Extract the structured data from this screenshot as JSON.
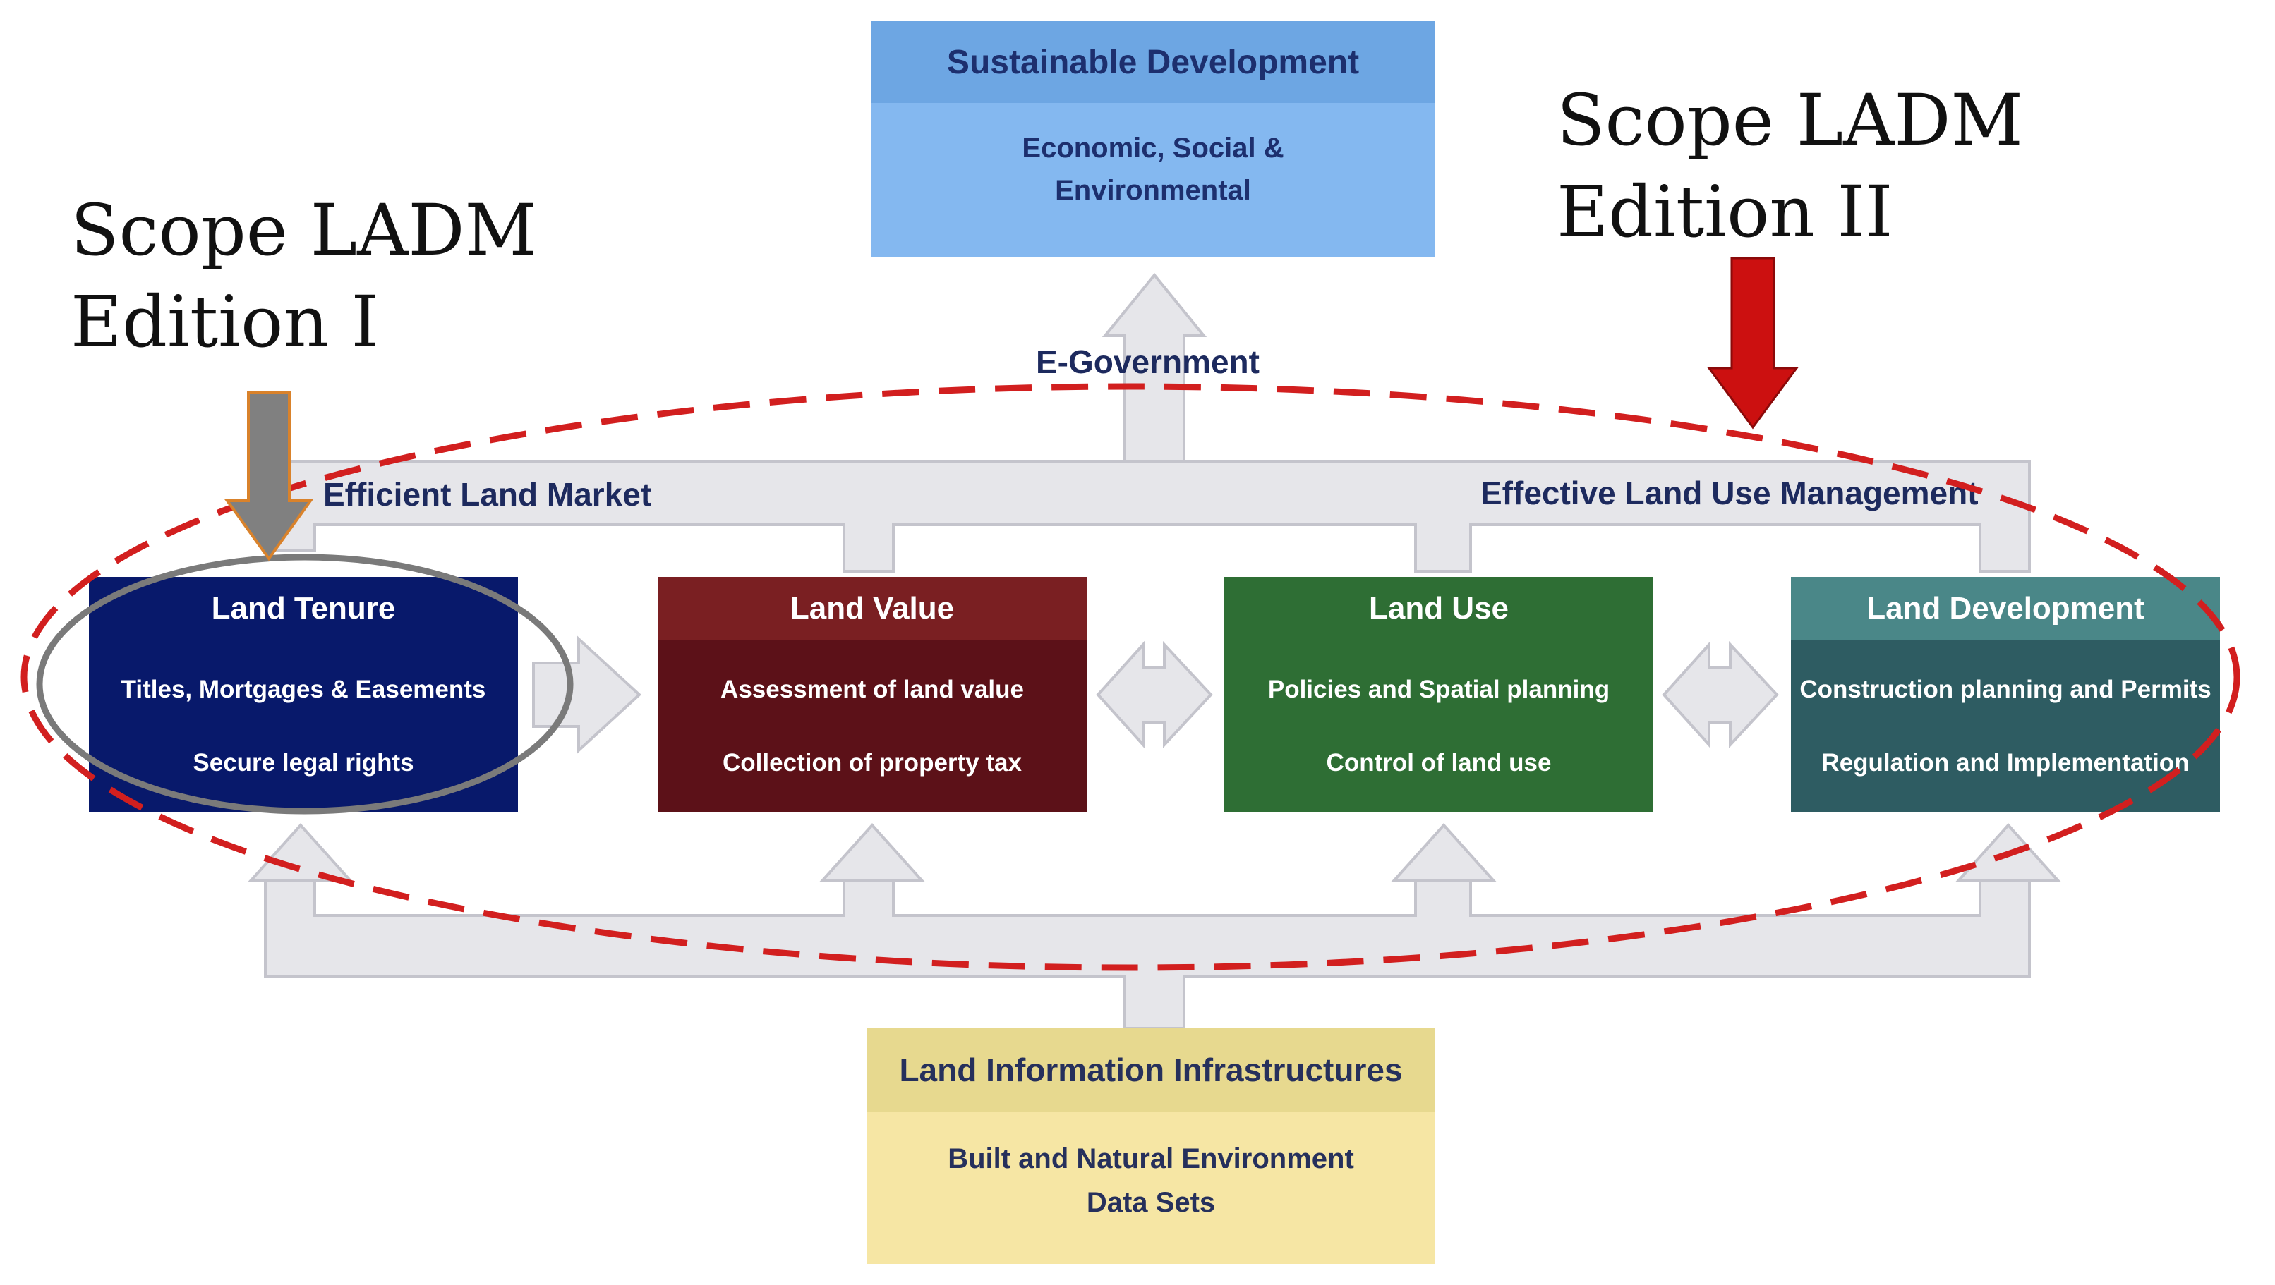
{
  "scope_edition_1": {
    "line1": "Scope LADM",
    "line2": "Edition I"
  },
  "scope_edition_2": {
    "line1": "Scope LADM",
    "line2": "Edition II"
  },
  "sustainable_development": {
    "title": "Sustainable Development",
    "lines": [
      "Economic, Social &",
      "Environmental"
    ]
  },
  "e_government": "E-Government",
  "efficient_land_market": "Efficient Land Market",
  "effective_land_use_management": "Effective Land Use Management",
  "land_tenure": {
    "title": "Land Tenure",
    "lines": [
      "Titles, Mortgages & Easements",
      "Secure legal rights"
    ]
  },
  "land_value": {
    "title": "Land Value",
    "lines": [
      "Assessment of land value",
      "Collection of property tax"
    ]
  },
  "land_use": {
    "title": "Land Use",
    "lines": [
      "Policies and Spatial planning",
      "Control of land use"
    ]
  },
  "land_development": {
    "title": "Land Development",
    "lines": [
      "Construction planning and Permits",
      "Regulation and Implementation"
    ]
  },
  "land_information_infrastructures": {
    "title": "Land Information Infrastructures",
    "lines": [
      "Built and Natural Environment",
      "Data Sets"
    ]
  },
  "colors": {
    "connector_fill": "#e6e6ea",
    "connector_stroke": "#c4c4cc",
    "edition_1_arrow": "#808080",
    "edition_1_arrow_outline": "#d9822b",
    "edition_2_arrow": "#cc1010",
    "edition_2_scope_outline": "#d21f1f",
    "edition_1_scope_outline": "#7a7a7a"
  }
}
